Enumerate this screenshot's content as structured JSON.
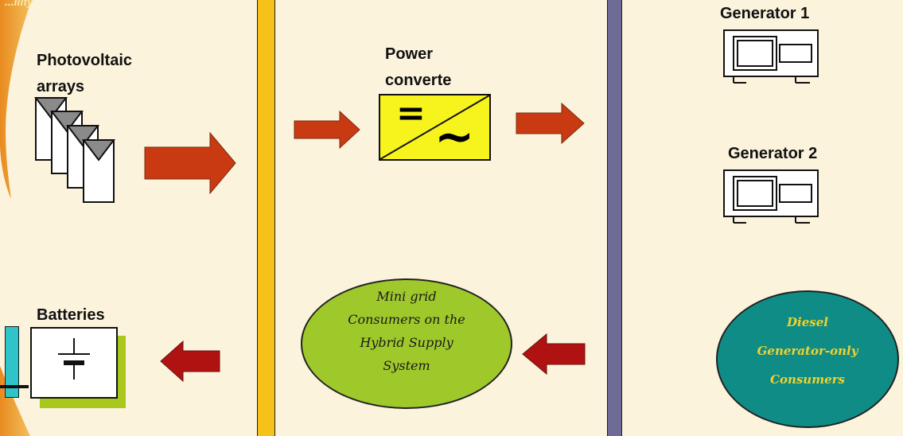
{
  "corner_text": "...ility",
  "labels": {
    "pv_line1": "Photovoltaic",
    "pv_line2": "arrays",
    "converter_line1": "Power",
    "converter_line2": "converte",
    "generator1": "Generator 1",
    "generator2": "Generator 2",
    "batteries": "Batteries"
  },
  "converter_symbols": {
    "dc": "=",
    "ac": "~"
  },
  "consumers": {
    "mini_grid": [
      "Mini grid",
      "Consumers on the",
      "Hybrid Supply",
      "System"
    ],
    "diesel": [
      "Diesel",
      "Generator-only",
      "Consumers"
    ]
  },
  "colors": {
    "background": "#fbf3dc",
    "arrow_orange": "#c93a12",
    "arrow_red": "#b01212",
    "bus_yellow": "#f6c21a",
    "bus_purple": "#6e6b96",
    "converter_fill": "#f7f31c",
    "mini_grid_fill": "#9fc82a",
    "diesel_fill": "#0f8c86",
    "battery_shadow": "#a8c81e",
    "battery_bar": "#2fc4c8"
  },
  "icons": {
    "pv": "solar-panel-stack-icon",
    "converter": "dc-ac-converter-icon",
    "generator": "generator-icon",
    "battery": "battery-icon"
  }
}
